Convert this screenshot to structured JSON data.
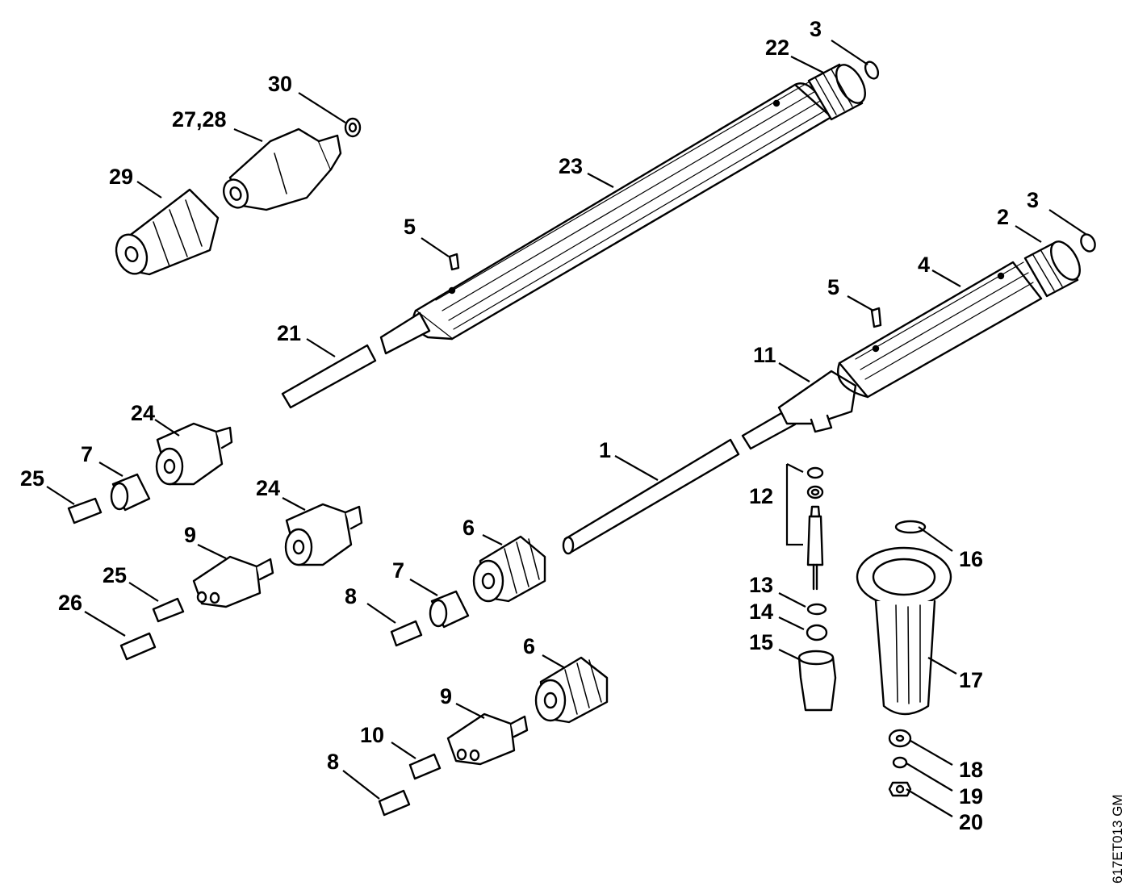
{
  "drawing_code": "617ET013 GM",
  "labels": {
    "l1": "1",
    "l2": "2",
    "l3a": "3",
    "l3b": "3",
    "l4": "4",
    "l5a": "5",
    "l5b": "5",
    "l6a": "6",
    "l6b": "6",
    "l7a": "7",
    "l7b": "7",
    "l8a": "8",
    "l8b": "8",
    "l9a": "9",
    "l9b": "9",
    "l10": "10",
    "l11": "11",
    "l12": "12",
    "l13": "13",
    "l14": "14",
    "l15": "15",
    "l16": "16",
    "l17": "17",
    "l18": "18",
    "l19": "19",
    "l20": "20",
    "l21": "21",
    "l22": "22",
    "l23": "23",
    "l24a": "24",
    "l24b": "24",
    "l25a": "25",
    "l25b": "25",
    "l26": "26",
    "l27_28": "27,28",
    "l29": "29",
    "l30": "30"
  }
}
